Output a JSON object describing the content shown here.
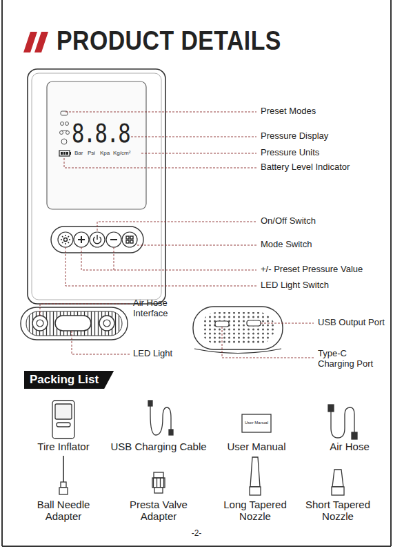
{
  "diagram": {
    "title": "PRODUCT DETAILS",
    "nodes": [
      {
        "text": [
          "Packing List"
        ]
      }
    ],
    "labels": [
      "8.8.8",
      "Bar",
      "Psi",
      "Kpa",
      "Kg/cm²",
      "Preset Modes",
      "Pressure Display",
      "Pressure Units",
      "Battery Level Indicator",
      "On/Off Switch",
      "Mode Switch",
      "+/- Preset Pressure Value",
      "LED Light Switch",
      "Air Hose Interface",
      "LED Light",
      "USB Output Port",
      "Type-C Charging Port",
      "Tire Inflator",
      "USB Charging Cable",
      "User Manual",
      "User Manual",
      "Air Hose",
      "Ball Needle Adapter",
      "Presta Valve Adapter",
      "Long Tapered Nozzle",
      "Short Tapered Nozzle",
      "-2-"
    ]
  }
}
